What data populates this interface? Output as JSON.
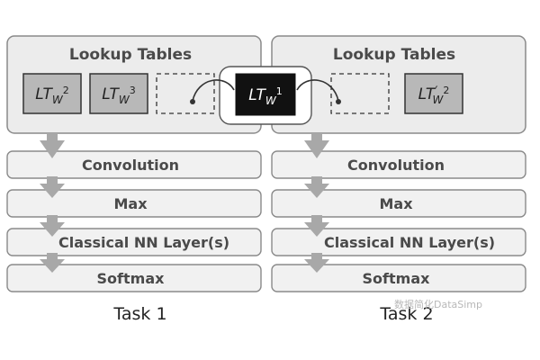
{
  "colors": {
    "panel_fill": "#ececec",
    "panel_stroke": "#8a8a8a",
    "layer_fill": "#f1f1f1",
    "table_fill": "#b8b8b8",
    "table_dark": "#111111",
    "arrow_fill": "#a8a8a8",
    "text_dark": "#4a4a4a"
  },
  "tasks": [
    {
      "lookup_title": "Lookup Tables",
      "tables": [
        {
          "base": "LT",
          "sub": "W",
          "sup": "2",
          "style": "filled"
        },
        {
          "base": "LT",
          "sub": "W",
          "sup": "3",
          "style": "filled"
        },
        {
          "base": "",
          "sub": "",
          "sup": "",
          "style": "dashed"
        }
      ],
      "layers": [
        "Convolution",
        "Max",
        "Classical NN Layer(s)",
        "Softmax"
      ],
      "caption": "Task 1"
    },
    {
      "lookup_title": "Lookup Tables",
      "tables": [
        {
          "base": "",
          "sub": "",
          "sup": "",
          "style": "dashed"
        },
        {
          "base": "LT",
          "sub": "W",
          "sup": "2",
          "prime": "′",
          "style": "filled"
        }
      ],
      "layers": [
        "Convolution",
        "Max",
        "Classical NN Layer(s)",
        "Softmax"
      ],
      "caption": "Task 2"
    }
  ],
  "shared_table": {
    "base": "LT",
    "sub": "W",
    "sup": "1",
    "style": "dark"
  },
  "watermark": "数据简化DataSimp"
}
